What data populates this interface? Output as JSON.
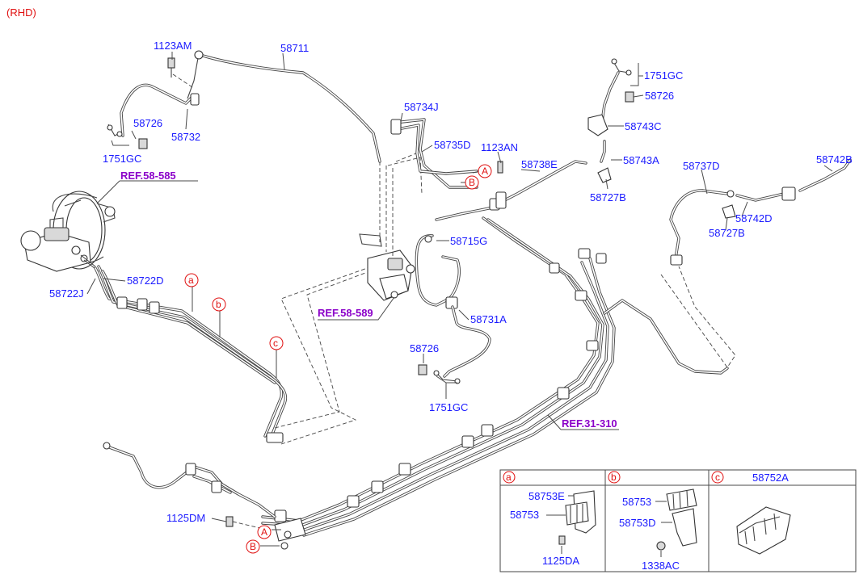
{
  "header": {
    "variant": "(RHD)"
  },
  "labels": {
    "p1123AM": "1123AM",
    "p58711": "58711",
    "p58726a": "58726",
    "p58732": "58732",
    "p1751GCa": "1751GC",
    "p58734J": "58734J",
    "p58735D": "58735D",
    "p1123AN": "1123AN",
    "p58738E": "58738E",
    "p1751GCb": "1751GC",
    "p58726b": "58726",
    "p58743C": "58743C",
    "p58743A": "58743A",
    "p58727Ba": "58727B",
    "p58737D": "58737D",
    "p58742B": "58742B",
    "p58742D": "58742D",
    "p58727Bb": "58727B",
    "p58715G": "58715G",
    "p58722D": "58722D",
    "p58722J": "58722J",
    "p58731A": "58731A",
    "p58726c": "58726",
    "p1751GCc": "1751GC",
    "p1125DM": "1125DM"
  },
  "references": {
    "ref585": "REF.58-585",
    "ref589": "REF.58-589",
    "ref310": "REF.31-310"
  },
  "markers": {
    "a": "a",
    "b": "b",
    "c": "c",
    "A": "A",
    "B": "B"
  },
  "detail_table": {
    "cols": [
      {
        "marker": "a",
        "title": ""
      },
      {
        "marker": "b",
        "title": ""
      },
      {
        "marker": "c",
        "title": "58752A"
      }
    ],
    "a_parts": [
      "58753E",
      "58753",
      "1125DA"
    ],
    "b_parts": [
      "58753",
      "58753D",
      "1338AC"
    ]
  }
}
